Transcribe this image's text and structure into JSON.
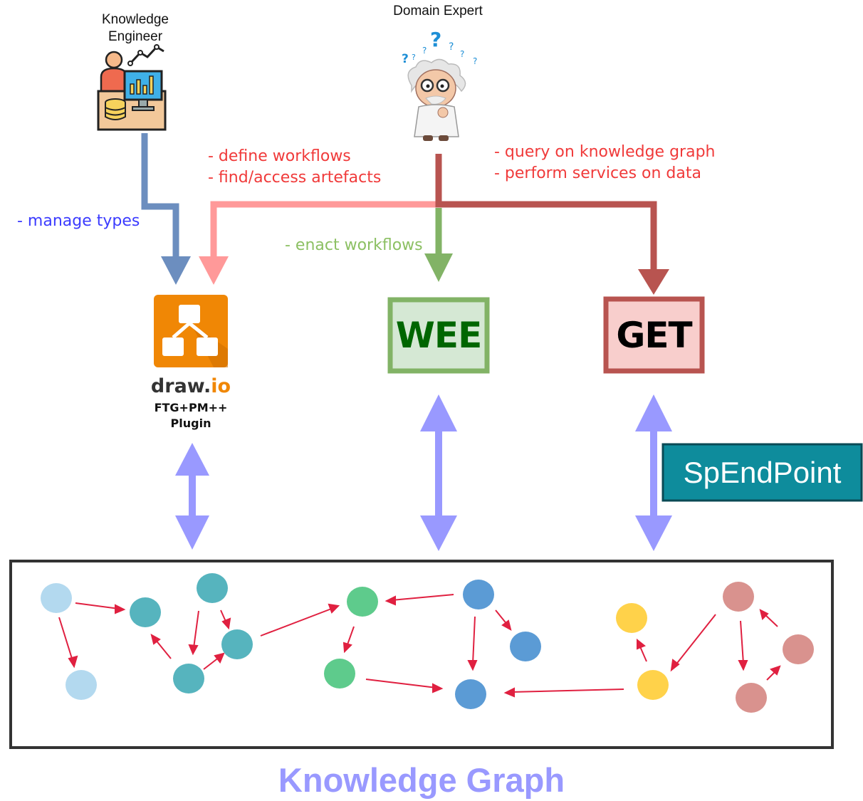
{
  "actors": {
    "knowledge_engineer": {
      "line1": "Knowledge",
      "line2": "Engineer"
    },
    "domain_expert": {
      "label": "Domain Expert"
    }
  },
  "annotations": {
    "define_workflows": "- define workflows",
    "find_access_artefacts": "- find/access artefacts",
    "query_knowledge_graph": "- query on knowledge graph",
    "perform_services": "- perform services on data",
    "manage_types": "- manage types",
    "enact_workflows": "- enact workflows"
  },
  "tools": {
    "drawio": {
      "brand_prefix": "draw.",
      "brand_suffix": "io",
      "subtitle_line1": "FTG+PM++",
      "subtitle_line2": "Plugin"
    },
    "wee": {
      "label": "WEE"
    },
    "get": {
      "label": "GET"
    },
    "spendpoint": {
      "label": "SpEndPoint"
    }
  },
  "knowledge_graph": {
    "title": "Knowledge Graph"
  },
  "colors": {
    "engineer_arrow": "#6c8ebf",
    "define_arrow": "#ff9999",
    "expert_arrow": "#b85450",
    "wee_arrow": "#82b366",
    "bidirectional_arrow": "#9999ff",
    "graph_edge": "#e02040",
    "wee_border": "#82b366",
    "wee_fill": "#d5e8d4",
    "wee_text": "#006600",
    "get_border": "#b85450",
    "get_fill": "#f8cecc",
    "spendpoint_fill": "#0e8c9c",
    "title_color": "#9999ff",
    "drawio_orange": "#f08705"
  },
  "icons": {
    "engineer": "engineer-workstation-icon",
    "expert": "confused-scientist-icon",
    "drawio": "drawio-logo-icon"
  }
}
